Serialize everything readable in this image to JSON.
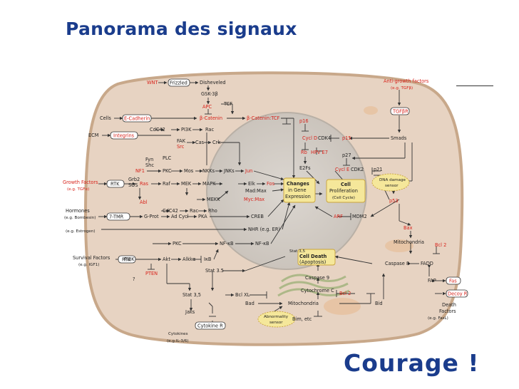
{
  "slide": {
    "title": "Panorama des signaux",
    "footer": "Courage !"
  },
  "colors": {
    "title": "#1a3c8c",
    "cell": "#e7d3c2",
    "membrane": "#c8a88a",
    "nucleus": "#d3cdc6",
    "highlight": "#f5e79a",
    "highlight_border": "#c9a33a",
    "red_label": "#d8241c",
    "arrow": "#333333"
  },
  "diagram": {
    "inputs": {
      "cells": "Cells",
      "ecm": "ECM",
      "growth_factors": "Growth Factors",
      "growth_factors_eg": "(e.g. TGFα)",
      "hormones": "Hormones",
      "hormones_eg": "(e.g. Bombesin)",
      "estrogen_eg": "(e.g. Estrogen)",
      "survival_factors": "Survival Factors",
      "survival_factors_eg": "(e.g. IGF1)",
      "cytokines": "Cytokines",
      "cytokines_eg": "(e.g.IL-3/6)",
      "anti_growth": "Anti-growth factors",
      "anti_growth_eg": "(e.g. TGFβ)",
      "death_factors": "Death",
      "death_factors_2": "Factors",
      "death_factors_eg": "(e.g. FasL)"
    },
    "receptors": {
      "frizzled": "Frizzled",
      "e_cadherin": "E-Cadherin",
      "integrins": "Integrins",
      "rtk": "RTK",
      "seven_tmr": "7-TMR",
      "rtk2": "RTK",
      "cytokine_r": "Cytokine R",
      "tgfbr": "TGFβR",
      "fas": "Fas",
      "decoy_r": "Decoy R"
    },
    "nodes": {
      "wnt": "WNT",
      "disheveled": "Disheveled",
      "gsk3b": "GSK-3β",
      "apc": "APC",
      "tcf": "TCF",
      "b_catenin": "β-Catenin",
      "b_catenin_tcf": "β-Catenin:TCF",
      "cdc42": "CdC42",
      "pi3k": "PI3K",
      "rac": "Rac",
      "fak": "FAK",
      "src": "Src",
      "cas": "Cas",
      "crk": "Crk",
      "fyn": "Fyn",
      "shc": "Shc",
      "plc": "PLC",
      "nf1": "NF1",
      "grb2": "Grb2",
      "sos": "SOS",
      "ras": "Ras",
      "raf": "Raf",
      "pkc": "PKC",
      "mos": "Mos",
      "nkks": "NKKs",
      "jnks": "JNKs",
      "jun": "Jun",
      "mek": "MEK",
      "mapk": "MAPK",
      "elk": "Elk",
      "fos": "Fos",
      "mad_max": "Mad:Max",
      "myc_max": "Myc:Max",
      "mekk": "MEKK",
      "abl": "Abl",
      "cdc42_b": "CdC42",
      "rac_b": "Rac",
      "rho": "Rho",
      "g_prot": "G-Prot",
      "ad_cycl": "Ad Cycl",
      "pka": "PKA",
      "creb": "CREB",
      "nhr": "NHR (e.g. ER)",
      "pkc_b": "PKC",
      "nfkb": "NF-κB",
      "nfkb_b": "NF-κB",
      "pi3k_b": "PI3K",
      "akt": "Akt",
      "alkka": "Alkkα",
      "ikb": "IκB",
      "pten": "PTEN",
      "stat35": "Stat 3.5",
      "stat35_b": "Stat 3,5",
      "stat35_c": "Stat 3,5",
      "bclxl": "Bcl XL",
      "jaks": "Jaks",
      "bad": "Bad",
      "mitochondria": "Mitochondria",
      "mitochondria_b": "Mitochondria",
      "bim": "Bim, etc",
      "bid": "Bid",
      "cytochrome_c": "Cytochrome C",
      "bcl2": "Bcl 2",
      "bcl2_b": "Bcl 2",
      "caspase9": "Caspase 9",
      "caspase8": "Caspase 8",
      "fadd": "FADD",
      "fap": "FAP",
      "bax": "Bax",
      "p16": "p16",
      "cycl_d": "Cycl D",
      "cdk4": "CDK4",
      "p15": "p15",
      "smads": "Smads",
      "rb": "Rb",
      "hpv_e7": "HPV E7",
      "p27": "p27",
      "e2fs": "E2Fs",
      "cycl_e": "Cycl E",
      "cdk2": "CDK2",
      "p21": "p21",
      "p53": "p53",
      "arf": "ARF",
      "mdm2": "MDM2",
      "dna_sensor": "DNA damage",
      "dna_sensor_2": "sensor",
      "changes_1": "Changes",
      "changes_2": "in Gene",
      "changes_3": "Expression",
      "prolif_1": "Cell",
      "prolif_2": "Proliferation",
      "prolif_3": "(Cell Cycle)",
      "death_1": "Cell Death",
      "death_2": "(Apoptosis)",
      "abnorm_1": "Abnormality",
      "abnorm_2": "sensor",
      "question": "?"
    }
  }
}
